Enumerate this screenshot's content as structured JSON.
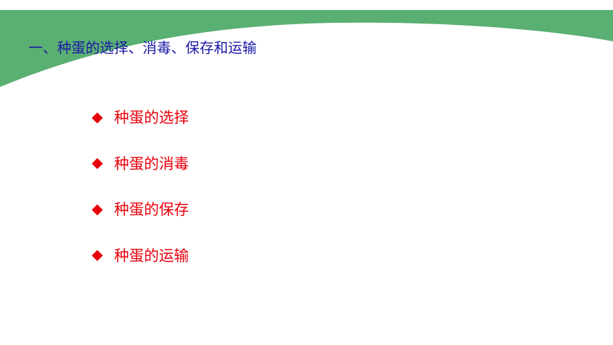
{
  "theme": {
    "accent_green": "#5aaf72",
    "title_color": "#1a1aa6",
    "bullet_color": "#e8000b"
  },
  "slide": {
    "title": "一、种蛋的选择、消毒、保存和运输",
    "bullets": [
      {
        "icon": "diamond-bullet-icon",
        "label": "种蛋的选择"
      },
      {
        "icon": "diamond-bullet-icon",
        "label": "种蛋的消毒"
      },
      {
        "icon": "diamond-bullet-icon",
        "label": "种蛋的保存"
      },
      {
        "icon": "diamond-bullet-icon",
        "label": "种蛋的运输"
      }
    ]
  }
}
